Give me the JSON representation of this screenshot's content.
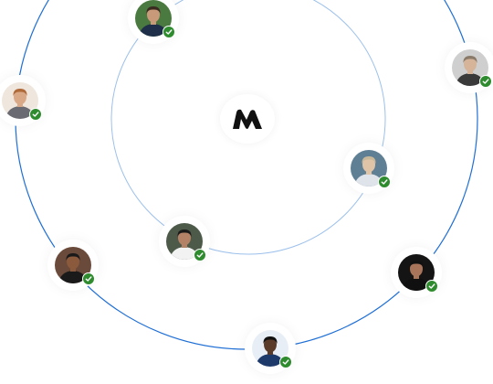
{
  "colors": {
    "outer_orbit": "#1f6fd6",
    "inner_orbit": "#9cc0ec",
    "verified_badge": "#2e8b2e",
    "logo": "#111111"
  },
  "logo": {
    "icon": "brand-m-logo-icon"
  },
  "people": [
    {
      "name": "person-top-center",
      "badge": "check-icon",
      "skin": "#c99a7a",
      "hair": "#3a2a20",
      "bg": "#4a7a40",
      "shirt": "#1f2f4a"
    },
    {
      "name": "person-left-top",
      "badge": "check-icon",
      "skin": "#d9a887",
      "hair": "#b06a3a",
      "bg": "#efe6dd",
      "shirt": "#6a6a72"
    },
    {
      "name": "person-right-top",
      "badge": "check-icon",
      "skin": "#d5b49a",
      "hair": "#8a7a6a",
      "bg": "#cfcfcf",
      "shirt": "#3a3a3a"
    },
    {
      "name": "person-inner-right",
      "badge": "check-icon",
      "skin": "#e0c4a8",
      "hair": "#c9b79a",
      "bg": "#5f7f95",
      "shirt": "#dfe4ea"
    },
    {
      "name": "person-inner-bottom",
      "badge": "check-icon",
      "skin": "#b38266",
      "hair": "#1a1a1a",
      "bg": "#4d5a4a",
      "shirt": "#f2f2f2"
    },
    {
      "name": "person-left-bottom",
      "badge": "check-icon",
      "skin": "#8b5a3c",
      "hair": "#1a1a1a",
      "bg": "#6a4a3a",
      "shirt": "#1a1a1a"
    },
    {
      "name": "person-right-bottom",
      "badge": "check-icon",
      "skin": "#a8755a",
      "hair": "#111111",
      "bg": "#141414",
      "shirt": "#101010"
    },
    {
      "name": "person-bottom-center",
      "badge": "check-icon",
      "skin": "#5a3a28",
      "hair": "#111111",
      "bg": "#e8eef5",
      "shirt": "#1e3a6a"
    }
  ]
}
